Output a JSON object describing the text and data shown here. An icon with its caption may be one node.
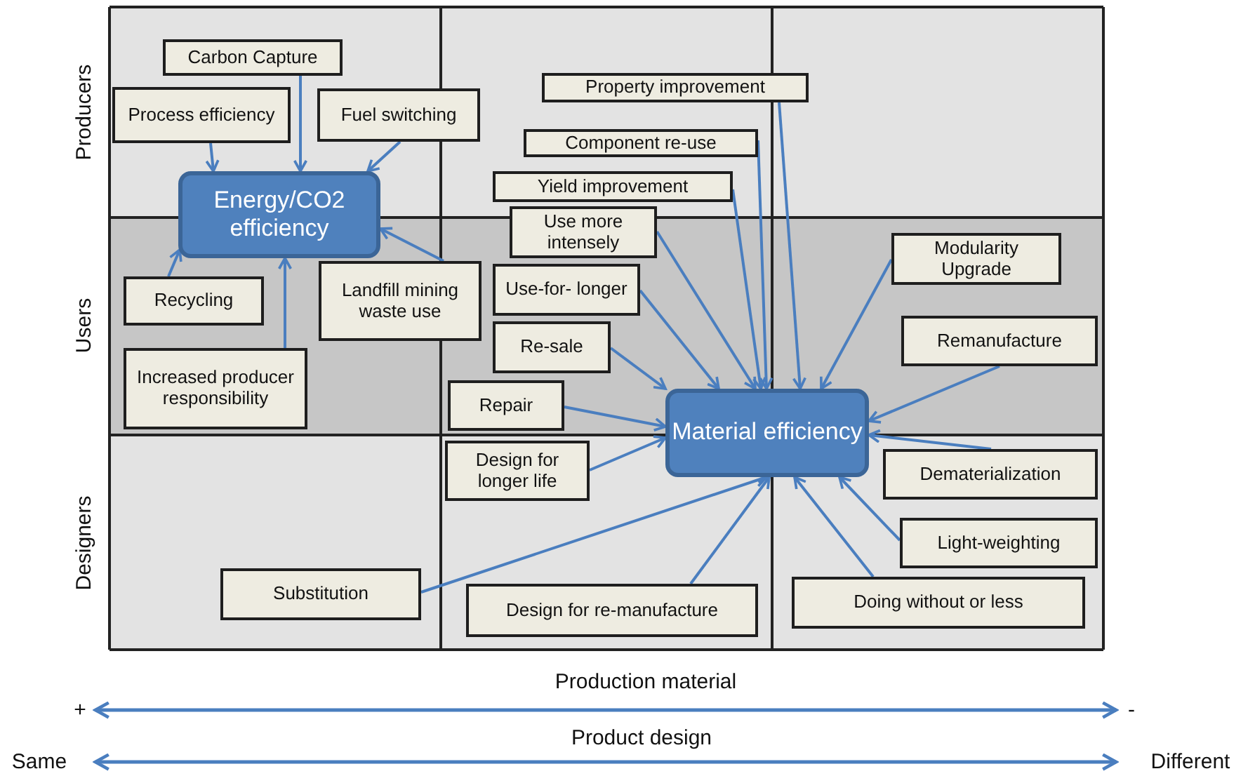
{
  "diagram": {
    "nodes": [
      {
        "text": [
          "Energy/CO2 efficiency"
        ]
      },
      {
        "text": [
          "Carbon Capture"
        ]
      },
      {
        "text": [
          "Process efficiency"
        ]
      },
      {
        "text": [
          "Fuel switching"
        ]
      },
      {
        "text": [
          "Recycling"
        ]
      },
      {
        "text": [
          "Landfill mining waste use"
        ]
      },
      {
        "text": [
          "Increased producer responsibility"
        ]
      },
      {
        "text": [
          "Material efficiency"
        ]
      },
      {
        "text": [
          "Property improvement"
        ]
      },
      {
        "text": [
          "Component re-use"
        ]
      },
      {
        "text": [
          "Yield improvement"
        ]
      },
      {
        "text": [
          "Use more intensely"
        ]
      },
      {
        "text": [
          "Use-for- longer"
        ]
      },
      {
        "text": [
          "Re-sale"
        ]
      },
      {
        "text": [
          "Repair"
        ]
      },
      {
        "text": [
          "Design for longer life"
        ]
      },
      {
        "text": [
          "Substitution"
        ]
      },
      {
        "text": [
          "Design for re-manufacture"
        ]
      },
      {
        "text": [
          "Modularity Upgrade"
        ]
      },
      {
        "text": [
          "Remanufacture"
        ]
      },
      {
        "text": [
          "Dematerialization"
        ]
      },
      {
        "text": [
          "Light-weighting"
        ]
      },
      {
        "text": [
          "Doing without or less"
        ]
      }
    ],
    "edges": [
      {
        "from": 2,
        "to": 0,
        "arrow": "to"
      },
      {
        "from": 1,
        "to": 0,
        "arrow": "to"
      },
      {
        "from": 3,
        "to": 0,
        "arrow": "to"
      },
      {
        "from": 4,
        "to": 0,
        "arrow": "to"
      },
      {
        "from": 5,
        "to": 0,
        "arrow": "to"
      },
      {
        "from": 6,
        "to": 0,
        "arrow": "to"
      },
      {
        "from": 8,
        "to": 7,
        "arrow": "to"
      },
      {
        "from": 9,
        "to": 7,
        "arrow": "to"
      },
      {
        "from": 10,
        "to": 7,
        "arrow": "to"
      },
      {
        "from": 11,
        "to": 7,
        "arrow": "to"
      },
      {
        "from": 12,
        "to": 7,
        "arrow": "to"
      },
      {
        "from": 13,
        "to": 7,
        "arrow": "to"
      },
      {
        "from": 14,
        "to": 7,
        "arrow": "to"
      },
      {
        "from": 15,
        "to": 7,
        "arrow": "to"
      },
      {
        "from": 16,
        "to": 7,
        "arrow": "to"
      },
      {
        "from": 17,
        "to": 7,
        "arrow": "to"
      },
      {
        "from": 18,
        "to": 7,
        "arrow": "to"
      },
      {
        "from": 19,
        "to": 7,
        "arrow": "to"
      },
      {
        "from": 20,
        "to": 7,
        "arrow": "to"
      },
      {
        "from": 21,
        "to": 7,
        "arrow": "to"
      },
      {
        "from": 22,
        "to": 7,
        "arrow": "to"
      }
    ],
    "labels": [
      "Producers",
      "Users",
      "Designers",
      "Production material",
      "+",
      "-",
      "Product design",
      "Same",
      "Different"
    ]
  }
}
